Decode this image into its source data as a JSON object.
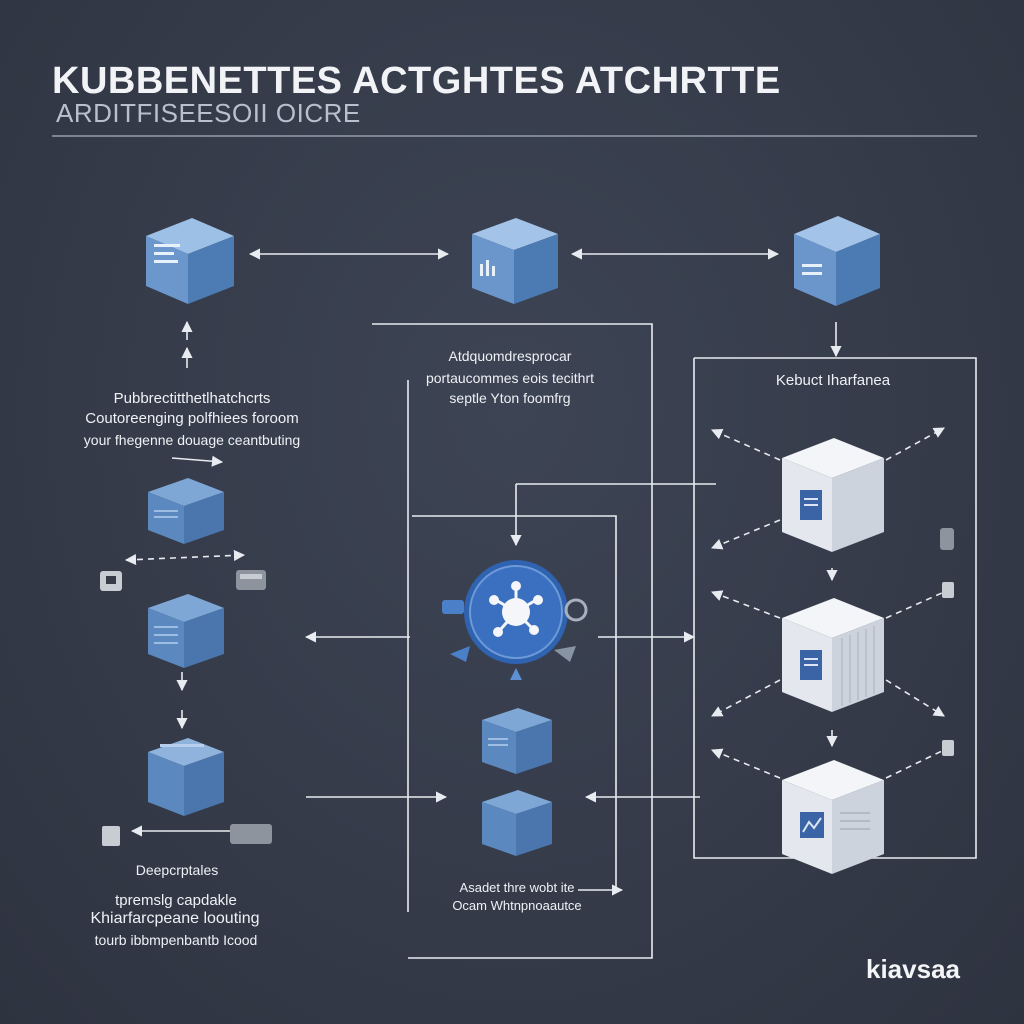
{
  "header": {
    "title": "KUBBENETTES ACTGHTES  ATCHRTTE",
    "subtitle": "ARDITFISEESOII OICRE"
  },
  "labels": {
    "left_block": {
      "heading": "Pubbrectitthetlhatchcrts",
      "line1": "Coutoreenging polfhiees foroom",
      "line2": "your fhegenne douage ceantbuting"
    },
    "center_block": {
      "line1": "Atdquomdresprocar",
      "line2": "portaucommes eois tecithrt",
      "line3": "septle Yton foomfrg"
    },
    "right_block": {
      "heading": "Kebuct Iharfanea"
    },
    "bottom_center": {
      "line1": "Asadet thre wobt ite",
      "line2": "Ocam Whtnpnoaautce"
    },
    "bottom_left": {
      "heading": "Deepcrptales",
      "line1": "tpremslg capdakle",
      "line2": "Khiarfarcpeane loouting",
      "line3": "tourb ibbmpenbantb Icood"
    }
  },
  "logo": "kiavsaa",
  "nodes": [
    {
      "name": "top-left-cube",
      "style": "blue",
      "icon": "document-icon"
    },
    {
      "name": "top-center-cube",
      "style": "blue",
      "icon": "chart-icon"
    },
    {
      "name": "top-right-cube",
      "style": "blue",
      "icon": "list-icon"
    },
    {
      "name": "left-cube-1",
      "style": "blue",
      "icon": "list-icon"
    },
    {
      "name": "left-cube-2",
      "style": "blue",
      "icon": "server-icon"
    },
    {
      "name": "left-cube-3",
      "style": "blue",
      "icon": "box-icon"
    },
    {
      "name": "center-hub",
      "style": "hub",
      "icon": "kubernetes-wheel-icon"
    },
    {
      "name": "center-cube-1",
      "style": "blue",
      "icon": "list-icon"
    },
    {
      "name": "center-cube-2",
      "style": "blue",
      "icon": "box-icon"
    },
    {
      "name": "right-cube-1",
      "style": "white",
      "icon": "list-icon"
    },
    {
      "name": "right-cube-2",
      "style": "white",
      "icon": "list-icon"
    },
    {
      "name": "right-cube-3",
      "style": "white",
      "icon": "chart-icon"
    }
  ],
  "colors": {
    "background": "#353b49",
    "cube_blue": "#5b88bf",
    "cube_white": "#e9ecf1",
    "hub_blue": "#2f63b0",
    "line": "#e8ebf0"
  }
}
